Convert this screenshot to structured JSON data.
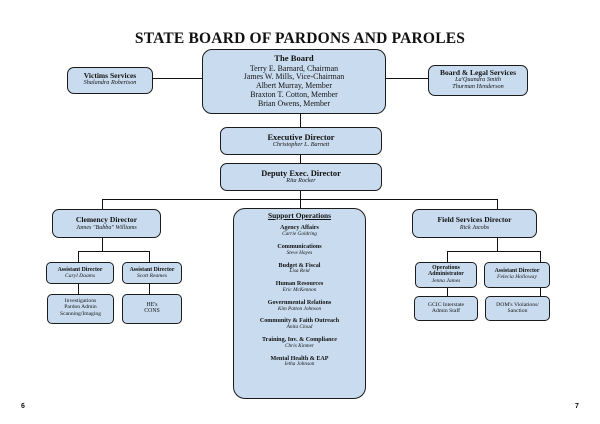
{
  "title": "STATE BOARD OF PARDONS AND PAROLES",
  "page_left": "6",
  "page_right": "7",
  "board": {
    "title": "The Board",
    "members": [
      "Terry E. Barnard, Chairman",
      "James W. Mills, Vice-Chairman",
      "Albert Murray, Member",
      "Braxton T. Cotton, Member",
      "Brian Owens, Member"
    ]
  },
  "victims_services": {
    "title": "Victims Services",
    "name": "Shalandra Robertson"
  },
  "board_legal": {
    "title": "Board & Legal Services",
    "names": [
      "La'Quandra Smith",
      "Thurman Henderson"
    ]
  },
  "executive_director": {
    "title": "Executive Director",
    "name": "Christopher L. Barnett"
  },
  "deputy_director": {
    "title": "Deputy Exec. Director",
    "name": "Rita Rocker"
  },
  "clemency": {
    "title": "Clemency Director",
    "name": "James \"Bubba\" Williams"
  },
  "clemency_asst_left": {
    "title": "Assistant Director",
    "name": "Caryl Daams"
  },
  "clemency_asst_right": {
    "title": "Assistant Director",
    "name": "Scott Reames"
  },
  "investigations": {
    "lines": [
      "Investigations",
      "Pardon Admin",
      "Scanning/Imaging"
    ]
  },
  "hes_cons": {
    "lines": [
      "HE's",
      "CONS"
    ]
  },
  "support": {
    "title": "Support Operations",
    "sections": [
      {
        "title": "Agency Affairs",
        "name": "Carrie Goldring"
      },
      {
        "title": "Communications",
        "name": "Steve Hayes"
      },
      {
        "title": "Budget & Fiscal",
        "name": "Lisa Reid"
      },
      {
        "title": "Human Resources",
        "name": "Eric McKennon"
      },
      {
        "title": "Governmental Relations",
        "name": "Kim Patton Johnson"
      },
      {
        "title": "Community & Faith Outreach",
        "name": "Anita Cloud"
      },
      {
        "title": "Training, Inv. & Compliance",
        "name": "Chris Kinmer"
      },
      {
        "title": "Mental Health &  EAP",
        "name": "Ietha Johnson"
      }
    ]
  },
  "field_services": {
    "title": "Field Services Director",
    "name": "Rick Jacobs"
  },
  "operations_admin": {
    "title_lines": [
      "Operations",
      "Administrator"
    ],
    "name": "Jenna James"
  },
  "field_asst": {
    "title": "Assistant Director",
    "name": "Felecia Holloway"
  },
  "gcic": {
    "lines": [
      "GCIC Interstate",
      "Admin Staff"
    ]
  },
  "doms": {
    "lines": [
      "DOM's Violations/",
      "Sanction"
    ]
  }
}
